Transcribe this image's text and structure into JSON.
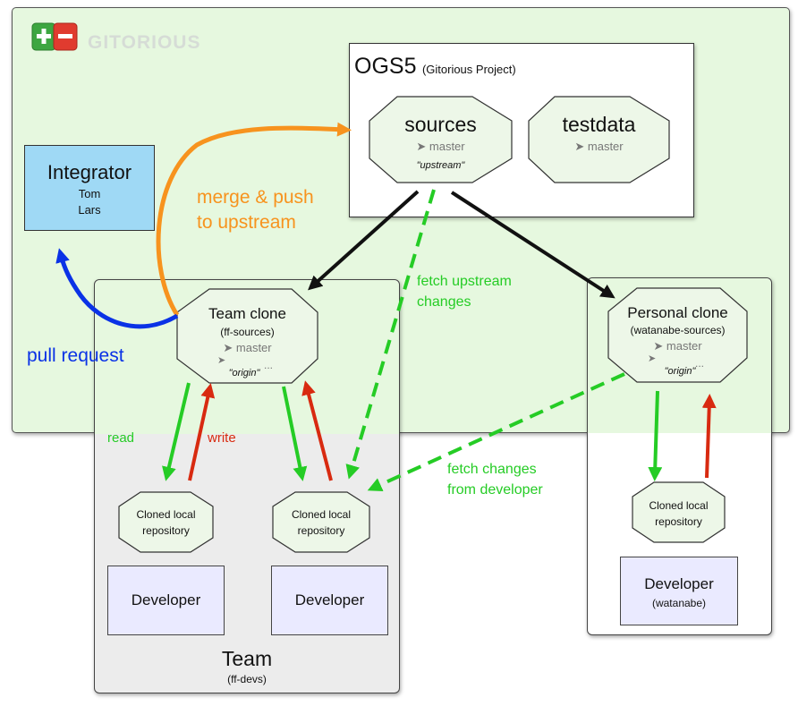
{
  "logo": {
    "text": "GITORIOUS"
  },
  "project": {
    "title": "OGS5",
    "subtitle": "(Gitorious Project)"
  },
  "repos": {
    "sources": {
      "name": "sources",
      "branch": "master",
      "tag": "\"upstream\""
    },
    "testdata": {
      "name": "testdata",
      "branch": "master"
    },
    "team_clone": {
      "name": "Team clone",
      "sub": "(ff-sources)",
      "branch": "master",
      "tag": "\"origin\"",
      "more": "..."
    },
    "personal_clone": {
      "name": "Personal clone",
      "sub": "(watanabe-sources)",
      "branch": "master",
      "tag": "\"origin\"",
      "more": "..."
    },
    "local1": {
      "line1": "Cloned local",
      "line2": "repository"
    },
    "local2": {
      "line1": "Cloned local",
      "line2": "repository"
    },
    "local3": {
      "line1": "Cloned local",
      "line2": "repository"
    }
  },
  "integrator": {
    "title": "Integrator",
    "member1": "Tom",
    "member2": "Lars"
  },
  "developers": {
    "dev1": {
      "label": "Developer"
    },
    "dev2": {
      "label": "Developer"
    },
    "dev3": {
      "label": "Developer",
      "sub": "(watanabe)"
    }
  },
  "team": {
    "title": "Team",
    "sub": "(ff-devs)"
  },
  "labels": {
    "merge_push_line1": "merge & push",
    "merge_push_line2": "to upstream",
    "pull_request": "pull request",
    "fetch_upstream_line1": "fetch upstream",
    "fetch_upstream_line2": "changes",
    "read": "read",
    "write": "write",
    "fetch_dev_line1": "fetch changes",
    "fetch_dev_line2": "from developer"
  },
  "colors": {
    "gitorious_bg": "#e6f8df",
    "integrator_fill": "#9fd9f5",
    "team_bg": "#ececec",
    "octagon_fill": "#edf7e8",
    "developer_fill": "#eaeaff",
    "orange": "#f7931e",
    "blue": "#0a32e6",
    "green": "#25cc25",
    "red": "#d82a10",
    "black": "#111111"
  },
  "icons": {
    "branch": "branch-arrow-icon",
    "logo": "gitorious-logo-icon"
  }
}
